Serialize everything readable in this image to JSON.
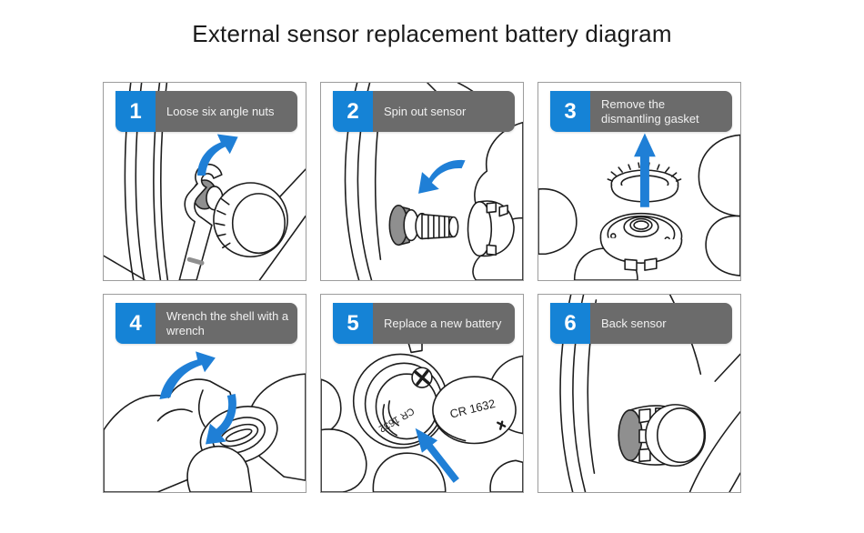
{
  "page": {
    "title": "External sensor replacement battery diagram"
  },
  "colors": {
    "step_badge_blue": "#1583d6",
    "label_bar_gray": "#6b6b6b",
    "arrow_blue": "#1f7fd6",
    "line_art": "#1d1d1d"
  },
  "steps": [
    {
      "number": "1",
      "label": "Loose six angle nuts"
    },
    {
      "number": "2",
      "label": "Spin out sensor"
    },
    {
      "number": "3",
      "label": "Remove the dismantling gasket"
    },
    {
      "number": "4",
      "label": "Wrench the shell with a wrench"
    },
    {
      "number": "5",
      "label": "Replace a new battery"
    },
    {
      "number": "6",
      "label": "Back sensor"
    }
  ],
  "illustration_text": {
    "installed_battery_label": "CR 1632",
    "new_battery_label": "CR 1632"
  }
}
